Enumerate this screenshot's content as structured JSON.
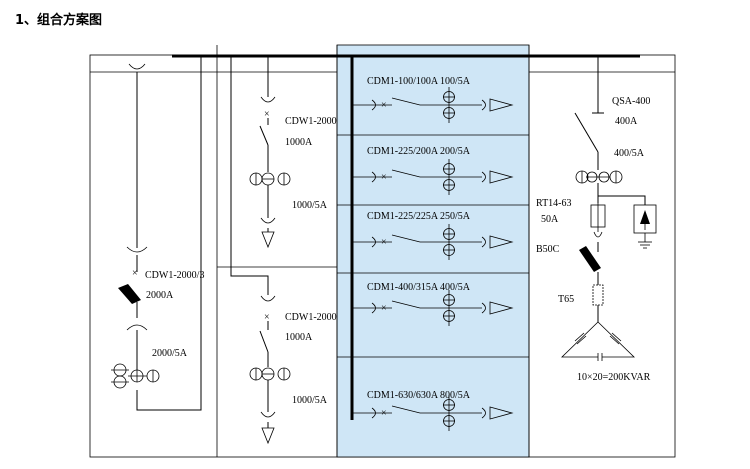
{
  "title": "1、组合方案图",
  "colors": {
    "highlight_panel": "#cfe6f6",
    "lines": "#000000",
    "background": "#ffffff"
  },
  "panels": [
    {
      "id": "incoming",
      "labels": {
        "breaker": "CDW1-2000/3",
        "breaker_rating": "2000A",
        "ct": "2000/5A"
      }
    },
    {
      "id": "upper-feeder",
      "labels": {
        "breaker": "CDW1-2000",
        "breaker_rating": "1000A",
        "ct": "1000/5A"
      }
    },
    {
      "id": "lower-feeder",
      "labels": {
        "breaker": "CDW1-2000",
        "breaker_rating": "1000A",
        "ct": "1000/5A"
      }
    }
  ],
  "feeder_circuits": [
    {
      "breaker": "CDM1-100/100A",
      "ct": "100/5A"
    },
    {
      "breaker": "CDM1-225/200A",
      "ct": "200/5A"
    },
    {
      "breaker": "CDM1-225/225A",
      "ct": "250/5A"
    },
    {
      "breaker": "CDM1-400/315A",
      "ct": "400/5A"
    },
    {
      "breaker": "CDM1-630/630A",
      "ct": "800/5A"
    }
  ],
  "capacitor_panel": {
    "switch": "QSA-400",
    "switch_rating": "400A",
    "ct": "400/5A",
    "fuse": "RT14-63",
    "fuse_rating": "50A",
    "contactor": "B50C",
    "reactor": "T65",
    "capacitor_bank": "10×20=200KVAR"
  }
}
